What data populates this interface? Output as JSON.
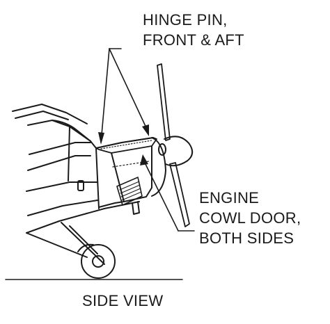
{
  "labels": {
    "hinge_pin_line1": "HINGE PIN,",
    "hinge_pin_line2": "FRONT & AFT",
    "engine_cowl_line1": "ENGINE",
    "engine_cowl_line2": "COWL DOOR,",
    "engine_cowl_line3": "BOTH SIDES"
  },
  "caption": "SIDE VIEW",
  "colors": {
    "ink": "#1a1a1a",
    "background": "#ffffff"
  }
}
